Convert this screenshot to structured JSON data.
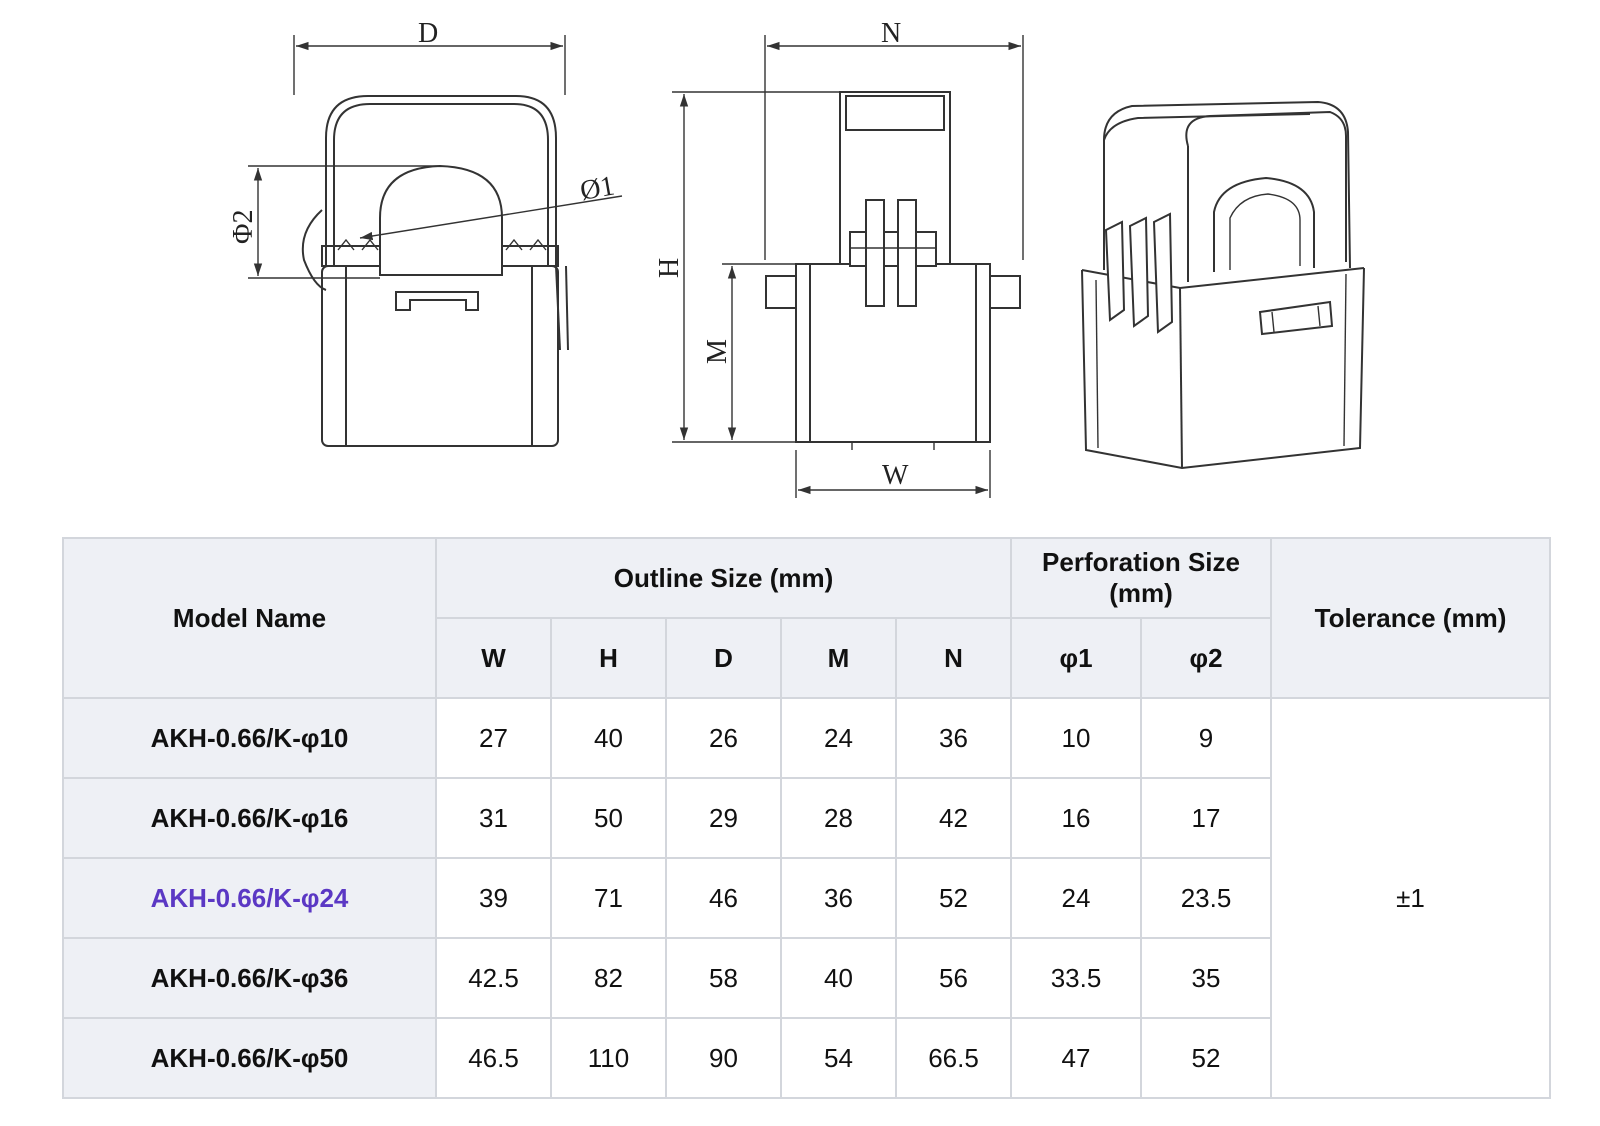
{
  "drawing": {
    "labels": {
      "d": "D",
      "n": "N",
      "h": "H",
      "m": "M",
      "w": "W",
      "phi1": "Ø1",
      "phi2": "Φ2"
    }
  },
  "table": {
    "header_model": "Model Name",
    "header_outline": "Outline Size (mm)",
    "header_perforation": "Perforation Size (mm)",
    "header_tolerance": "Tolerance (mm)",
    "sub_headers": [
      "W",
      "H",
      "D",
      "M",
      "N",
      "φ1",
      "φ2"
    ],
    "tolerance_value": "±1",
    "highlight_color": "#5b38c4",
    "rows": [
      {
        "model": "AKH-0.66/K-φ10",
        "cells": [
          "27",
          "40",
          "26",
          "24",
          "36",
          "10",
          "9"
        ]
      },
      {
        "model": "AKH-0.66/K-φ16",
        "cells": [
          "31",
          "50",
          "29",
          "28",
          "42",
          "16",
          "17"
        ]
      },
      {
        "model": "AKH-0.66/K-φ24",
        "cells": [
          "39",
          "71",
          "46",
          "36",
          "52",
          "24",
          "23.5"
        ]
      },
      {
        "model": "AKH-0.66/K-φ36",
        "cells": [
          "42.5",
          "82",
          "58",
          "40",
          "56",
          "33.5",
          "35"
        ]
      },
      {
        "model": "AKH-0.66/K-φ50",
        "cells": [
          "46.5",
          "110",
          "90",
          "54",
          "66.5",
          "47",
          "52"
        ]
      }
    ]
  }
}
